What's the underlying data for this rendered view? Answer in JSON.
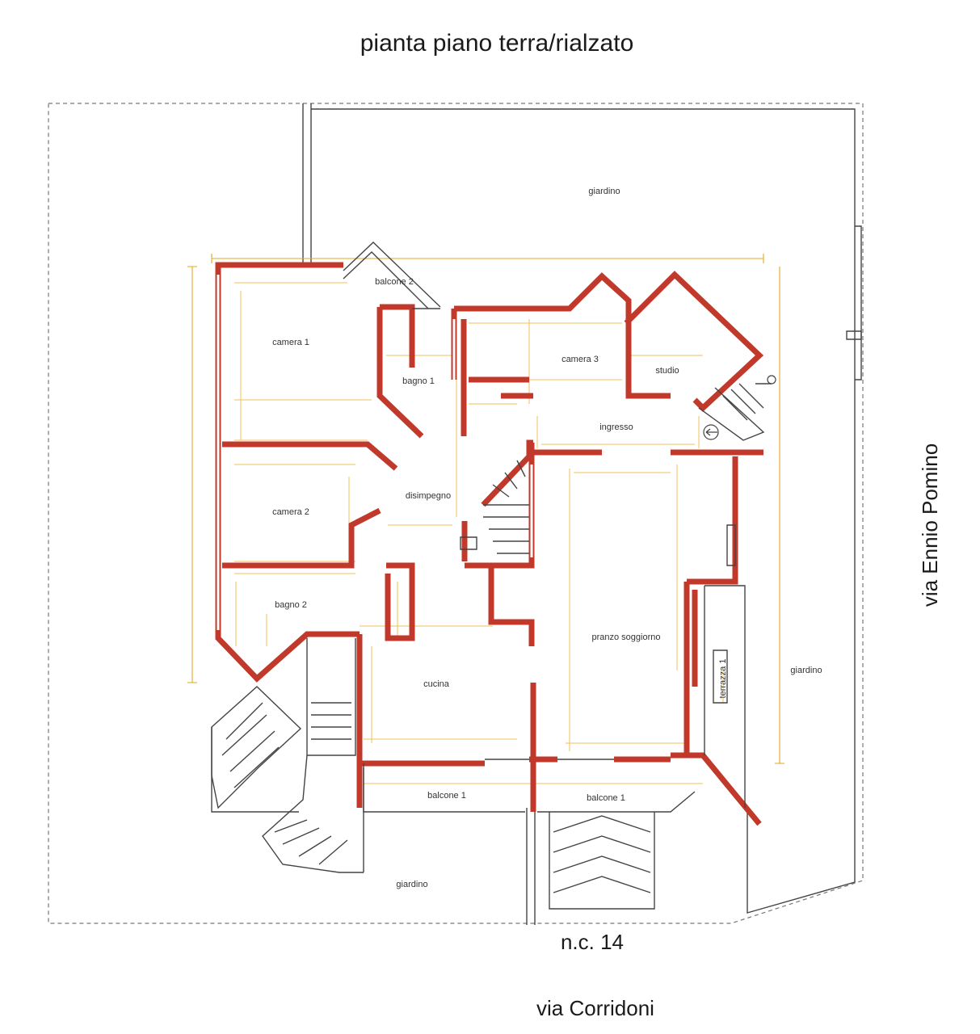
{
  "title": "pianta piano terra/rialzato",
  "streets": {
    "east": "via Ennio Pomino",
    "south": "via Corridoni",
    "house_number": "n.c. 14"
  },
  "rooms": {
    "garden_north": "giardino",
    "bedroom_1": "camera 1",
    "balcony_top": "balcone 2",
    "bath_1": "bagno 1",
    "bedroom_3": "camera 3",
    "study": "studio",
    "entrance": "ingresso",
    "hallway": "disimpegno",
    "bedroom_2": "camera 2",
    "bath_2": "bagno 2",
    "living": "pranzo soggiorno",
    "kitchen": "cucina",
    "terrace": "terrazza 1",
    "garden_east": "giardino",
    "balcony_bottom_left": "balcone 1",
    "balcony_bottom_right": "balcone 1",
    "garden_south": "giardino"
  },
  "colors": {
    "wall": "#c0392b",
    "dimension": "#e5a623",
    "outline": "#444444"
  }
}
